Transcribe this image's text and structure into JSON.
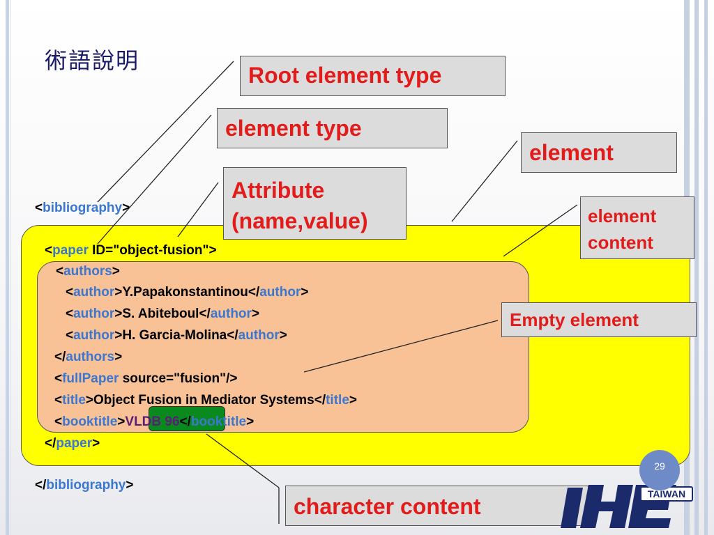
{
  "slide": {
    "title": "術語說明",
    "page_number": "29"
  },
  "logo": {
    "badge": "TAIWAN"
  },
  "callouts": {
    "root_element_type": "Root element type",
    "element_type": "element type",
    "element": "element",
    "attribute_line1": "Attribute",
    "attribute_line2": "(name,value)",
    "element_content_line1": "element",
    "element_content_line2": "content",
    "empty_element": "Empty element",
    "character_content": "character content"
  },
  "xml": {
    "lt": "<",
    "gt": ">",
    "lt_slash": "</",
    "slash_gt": "/>",
    "bibliography": "bibliography",
    "paper": "paper",
    "paper_attr": " ID=\"object-fusion\">",
    "authors": "authors",
    "author": "author",
    "author1": "Y.Papakonstantinou",
    "author2": "S. Abiteboul",
    "author3": "H. Garcia-Molina",
    "fullpaper": "fullPaper",
    "fullpaper_attr": " source=\"fusion\"",
    "title_tag": "title",
    "title_text": "Object Fusion in Mediator Systems",
    "booktitle": "booktitle",
    "booktitle_text": "VLDB 96"
  },
  "colors": {
    "tag_blue": "#3b77d0",
    "callout_red": "#e21b1b",
    "outer_box": "#ffff00",
    "inner_box": "#f8c196",
    "highlight_green": "#0a8a1e"
  }
}
